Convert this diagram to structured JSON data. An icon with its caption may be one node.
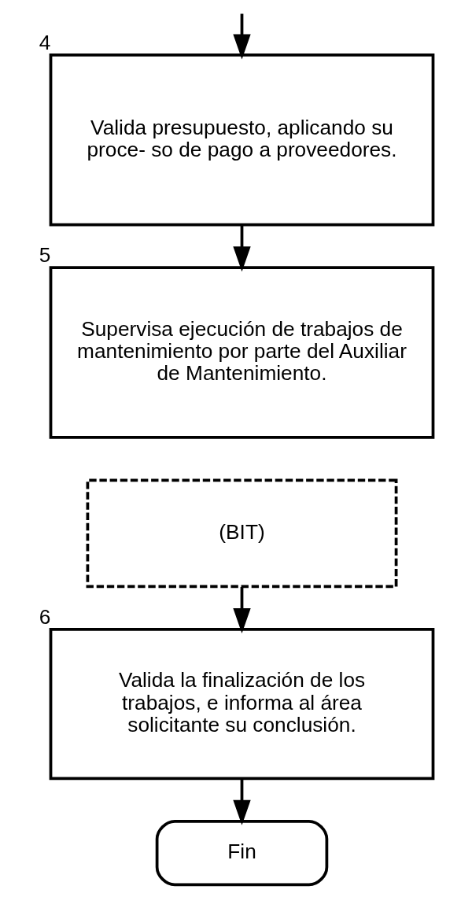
{
  "diagram": {
    "nodes": [
      {
        "text": [
          "Valida presupuesto, aplicando su proce- so de pago a proveedores."
        ],
        "beside": [
          "4"
        ]
      },
      {
        "text": [
          "Supervisa ejecución de trabajos de mantenimiento por parte del Auxiliar de Mantenimiento."
        ],
        "beside": [
          "5"
        ]
      },
      {
        "text": [
          "(BIT)"
        ]
      },
      {
        "text": [
          "Valida la finalización de los trabajos, e informa al área solicitante su conclusión."
        ],
        "beside": [
          "6"
        ]
      },
      {
        "text": [
          "Fin"
        ]
      }
    ],
    "edges": [
      {
        "from": null,
        "to": 0,
        "arrow": "to"
      },
      {
        "from": 0,
        "to": 1,
        "arrow": "to"
      },
      {
        "from": 2,
        "to": 3,
        "arrow": "to"
      },
      {
        "from": 3,
        "to": 4,
        "arrow": "to"
      }
    ]
  }
}
